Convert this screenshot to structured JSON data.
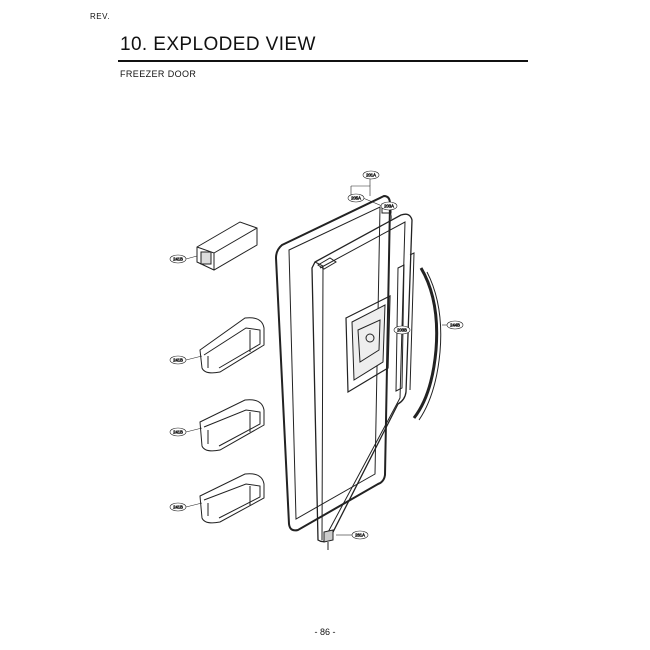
{
  "header": {
    "rev": "REV.",
    "title": "10. EXPLODED VIEW",
    "subtitle": "FREEZER DOOR"
  },
  "callouts": [
    {
      "id": "c201a",
      "label": "201A"
    },
    {
      "id": "c205a",
      "label": "205A"
    },
    {
      "id": "c203a",
      "label": "203A"
    },
    {
      "id": "c241b",
      "label": "241B"
    },
    {
      "id": "c241b2",
      "label": "241B"
    },
    {
      "id": "c241b3",
      "label": "241B"
    },
    {
      "id": "c241b4",
      "label": "241B"
    },
    {
      "id": "c203b",
      "label": "203B"
    },
    {
      "id": "c244b",
      "label": "244B"
    },
    {
      "id": "c281a",
      "label": "281A"
    }
  ],
  "footer": {
    "page": "- 86 -"
  }
}
